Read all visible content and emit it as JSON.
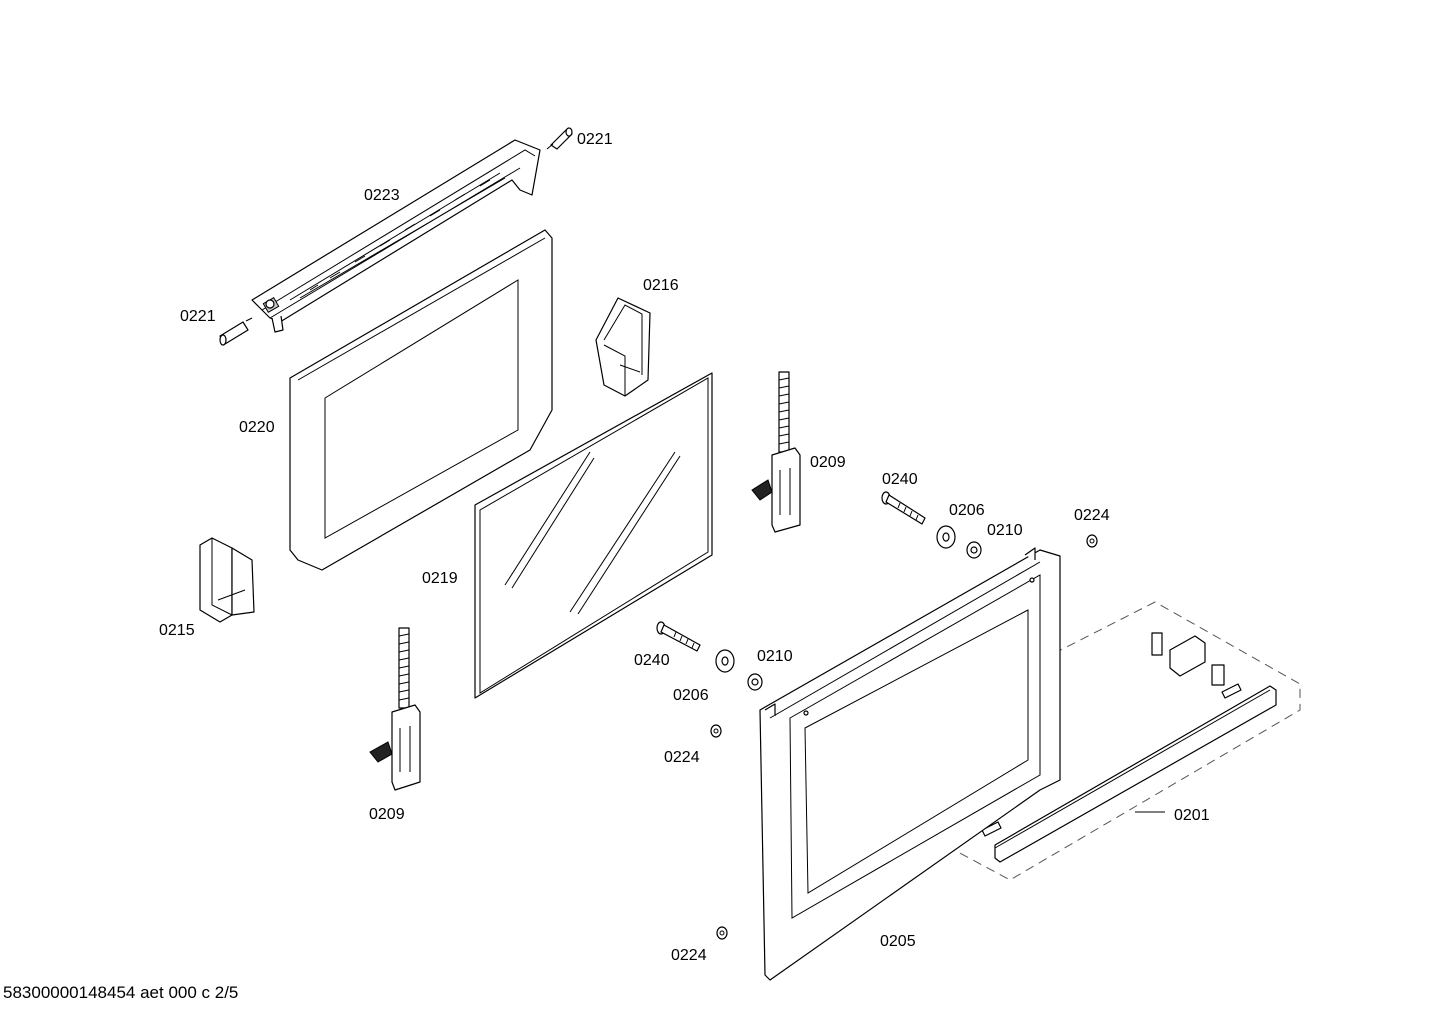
{
  "diagram": {
    "labels": {
      "l0221a": "0221",
      "l0223": "0223",
      "l0221b": "0221",
      "l0216": "0216",
      "l0220": "0220",
      "l0209a": "0209",
      "l0240a": "0240",
      "l0206a": "0206",
      "l0210a": "0210",
      "l0224a": "0224",
      "l0219": "0219",
      "l0215": "0215",
      "l0240b": "0240",
      "l0210b": "0210",
      "l0206b": "0206",
      "l0224b": "0224",
      "l0201": "0201",
      "l0209b": "0209",
      "l0205": "0205",
      "l0224c": "0224"
    },
    "footer": "58300000148454 aet 000 c 2/5"
  }
}
